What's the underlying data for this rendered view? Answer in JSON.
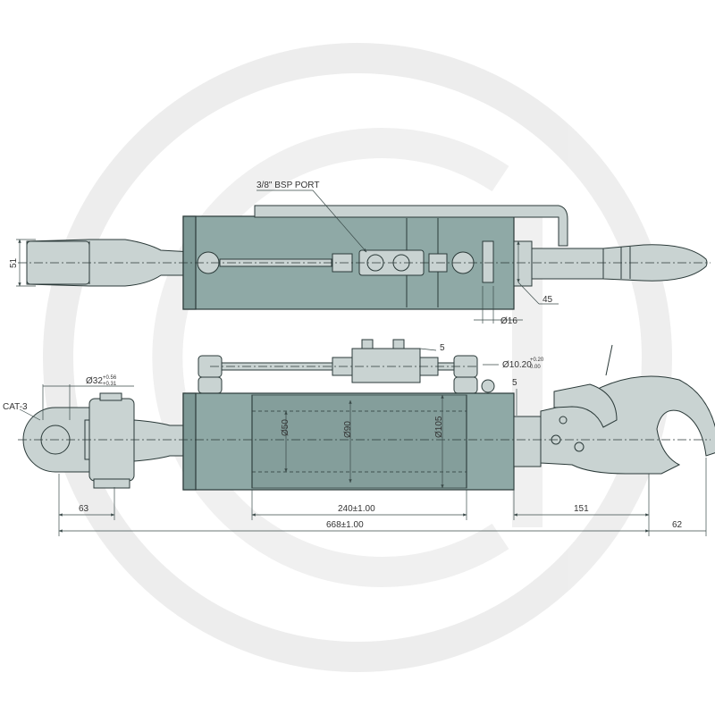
{
  "labels": {
    "port": "3/8\" BSP PORT",
    "category": "CAT-3"
  },
  "dimensions": {
    "top_height": "51",
    "top_45": "45",
    "top_d16": "Ø16",
    "pin_dia": "Ø32",
    "pin_tol_upper": "+0.56",
    "pin_tol_lower": "+0.31",
    "lock_pin_dia": "Ø10.20",
    "lock_pin_tol_upper": "+0.20",
    "lock_pin_tol_lower": "0.00",
    "valve_callout": "5",
    "hook_callout": "5",
    "rod_dia": "Ø50",
    "bore_dia": "Ø90",
    "outer_dia": "Ø105",
    "eye_length": "63",
    "stroke": "240±1.00",
    "hook_length": "151",
    "hook_extra": "62",
    "overall_length": "668±1.00"
  }
}
